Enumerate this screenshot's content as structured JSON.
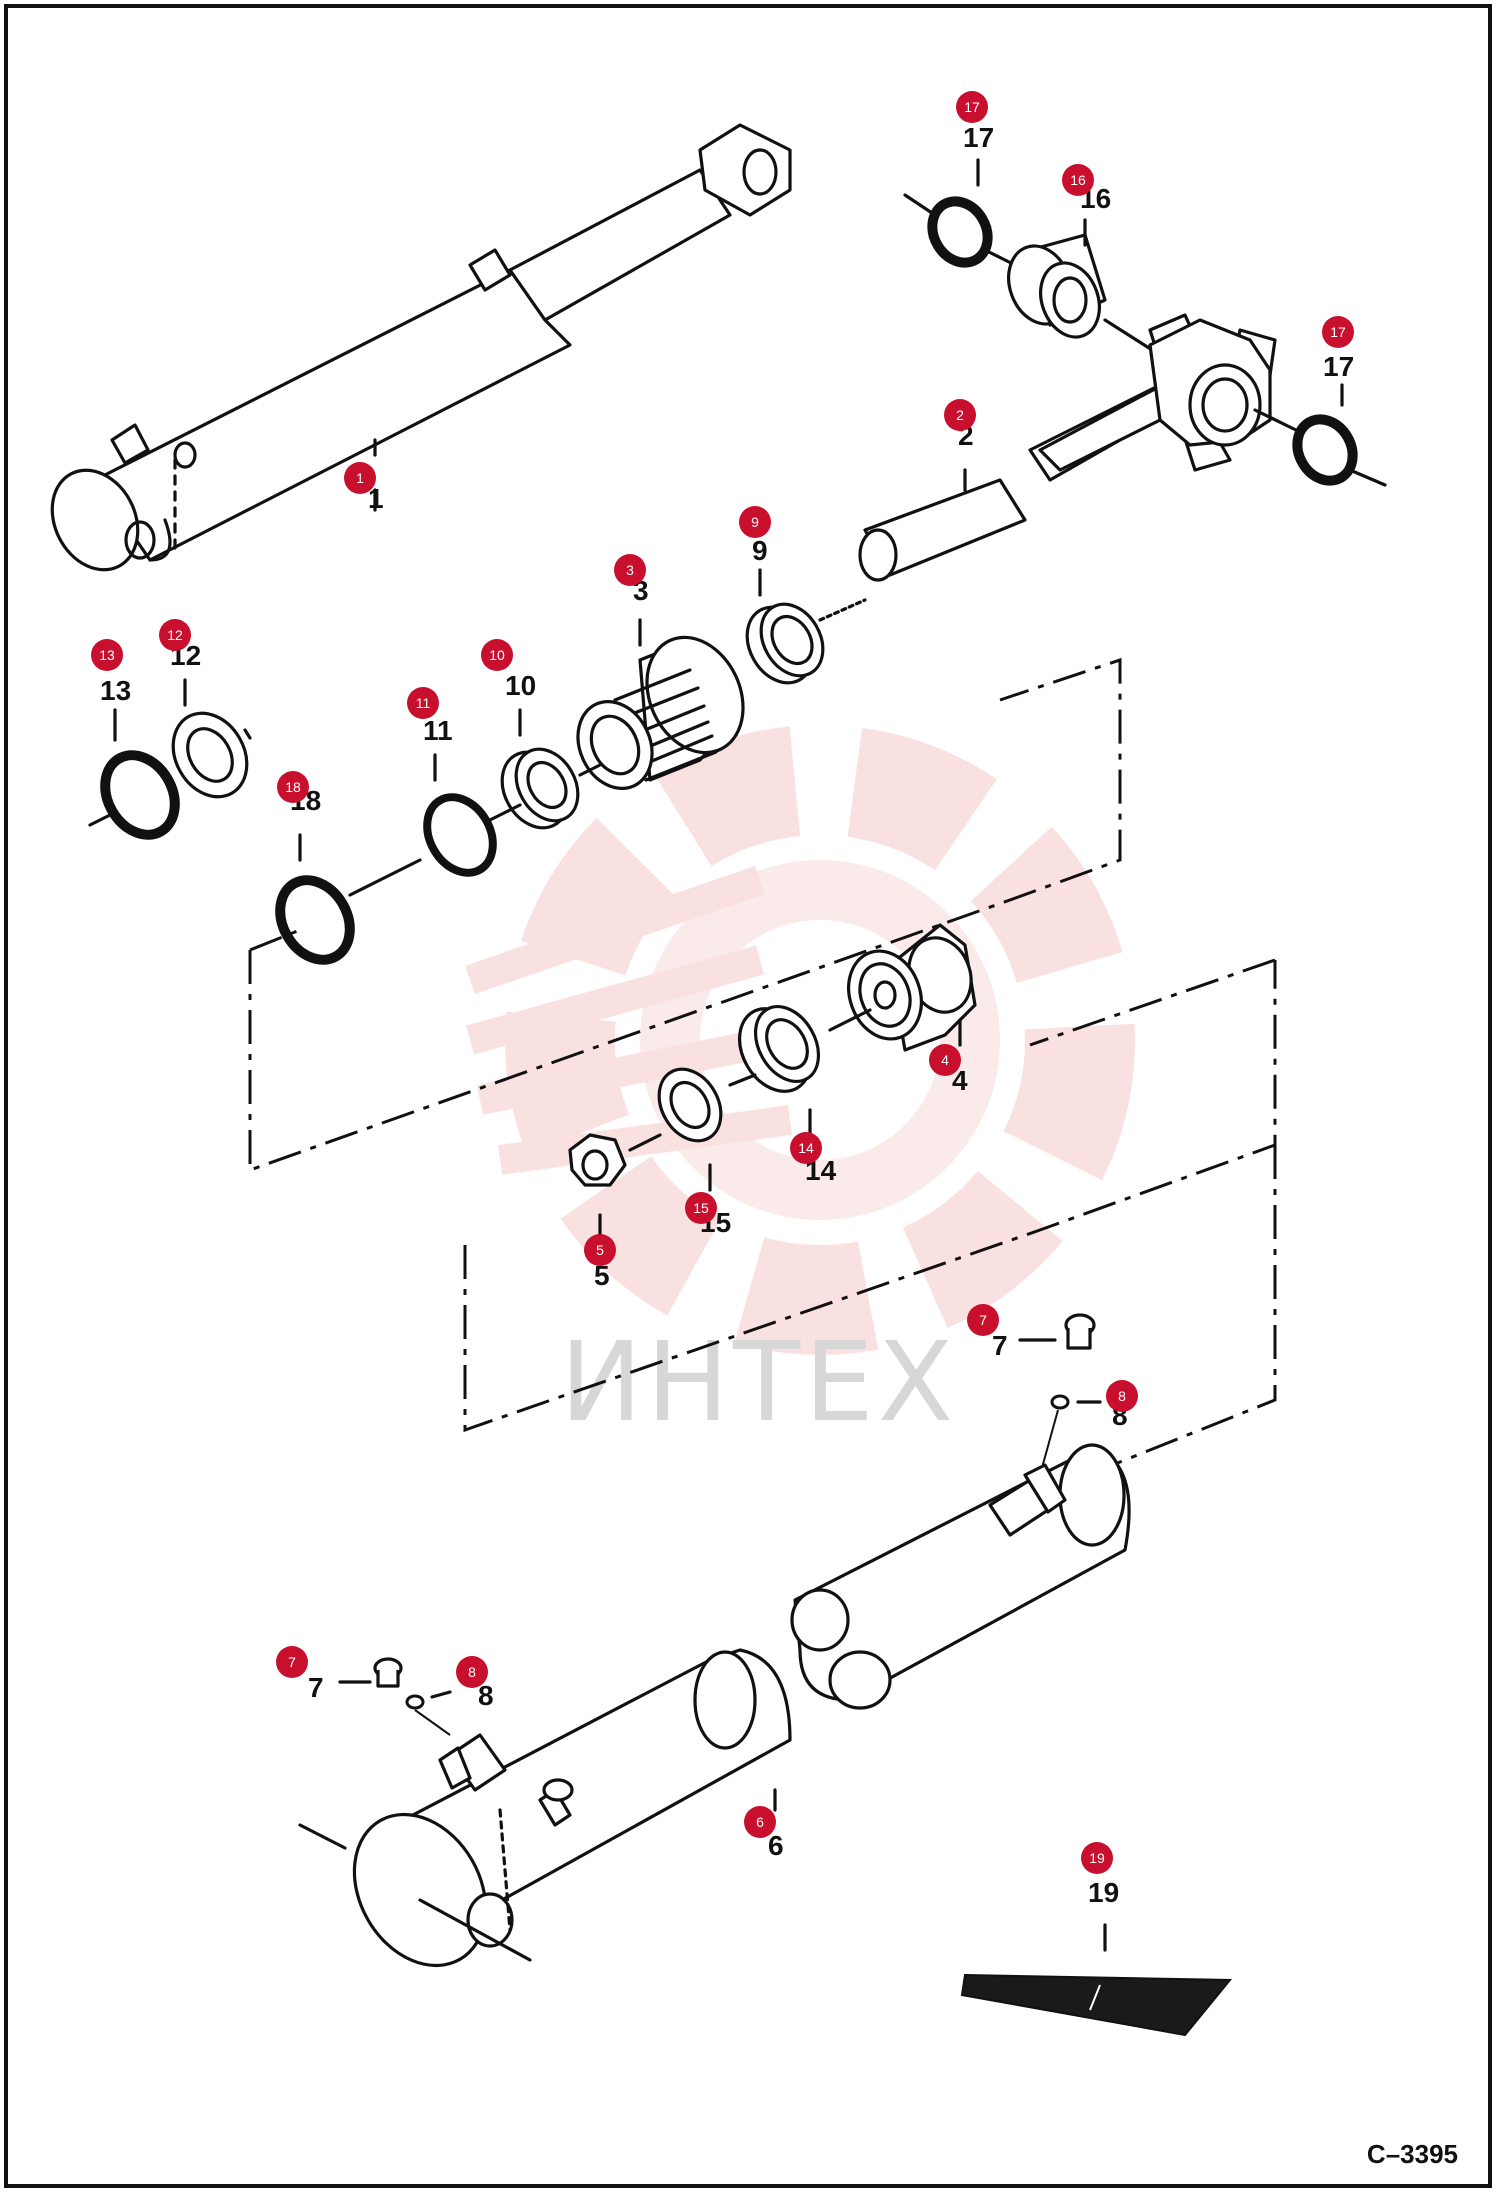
{
  "diagram": {
    "code": "C–3395",
    "watermark": "ИНТЕХ",
    "accent_color": "#c8102e",
    "callouts": [
      {
        "id": "1",
        "text": "1"
      },
      {
        "id": "2",
        "text": "2"
      },
      {
        "id": "3",
        "text": "3"
      },
      {
        "id": "4",
        "text": "4"
      },
      {
        "id": "5",
        "text": "5"
      },
      {
        "id": "6",
        "text": "6"
      },
      {
        "id": "7",
        "text": "7"
      },
      {
        "id": "8",
        "text": "8"
      },
      {
        "id": "9",
        "text": "9"
      },
      {
        "id": "10",
        "text": "10"
      },
      {
        "id": "11",
        "text": "11"
      },
      {
        "id": "12",
        "text": "12"
      },
      {
        "id": "13",
        "text": "13"
      },
      {
        "id": "14",
        "text": "14"
      },
      {
        "id": "15",
        "text": "15"
      },
      {
        "id": "16",
        "text": "16"
      },
      {
        "id": "17",
        "text": "17"
      },
      {
        "id": "18",
        "text": "18"
      },
      {
        "id": "19",
        "text": "19"
      }
    ]
  }
}
